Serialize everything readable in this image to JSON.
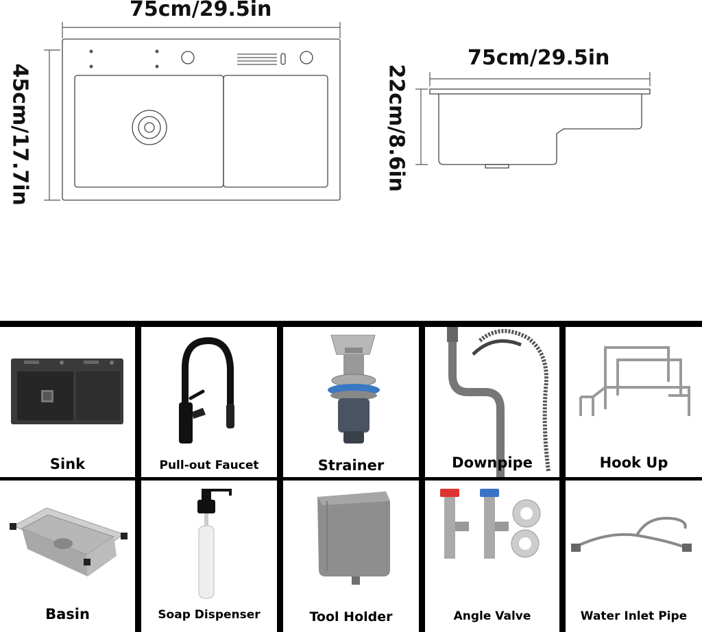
{
  "dimensions": {
    "top_width": "75cm/29.5in",
    "top_depth": "45cm/17.7in",
    "side_width": "75cm/29.5in",
    "side_height": "22cm/8.6in"
  },
  "components": [
    {
      "name": "sink",
      "label": "Sink"
    },
    {
      "name": "pull-out-faucet",
      "label": "Pull-out Faucet"
    },
    {
      "name": "strainer",
      "label": "Strainer"
    },
    {
      "name": "downpipe",
      "label": "Downpipe"
    },
    {
      "name": "hook-up",
      "label": "Hook Up"
    },
    {
      "name": "basin",
      "label": "Basin"
    },
    {
      "name": "soap-dispenser",
      "label": "Soap Dispenser"
    },
    {
      "name": "tool-holder",
      "label": "Tool Holder"
    },
    {
      "name": "angle-valve",
      "label": "Angle Valve"
    },
    {
      "name": "water-inlet-pipe",
      "label": "Water Inlet Pipe"
    }
  ]
}
